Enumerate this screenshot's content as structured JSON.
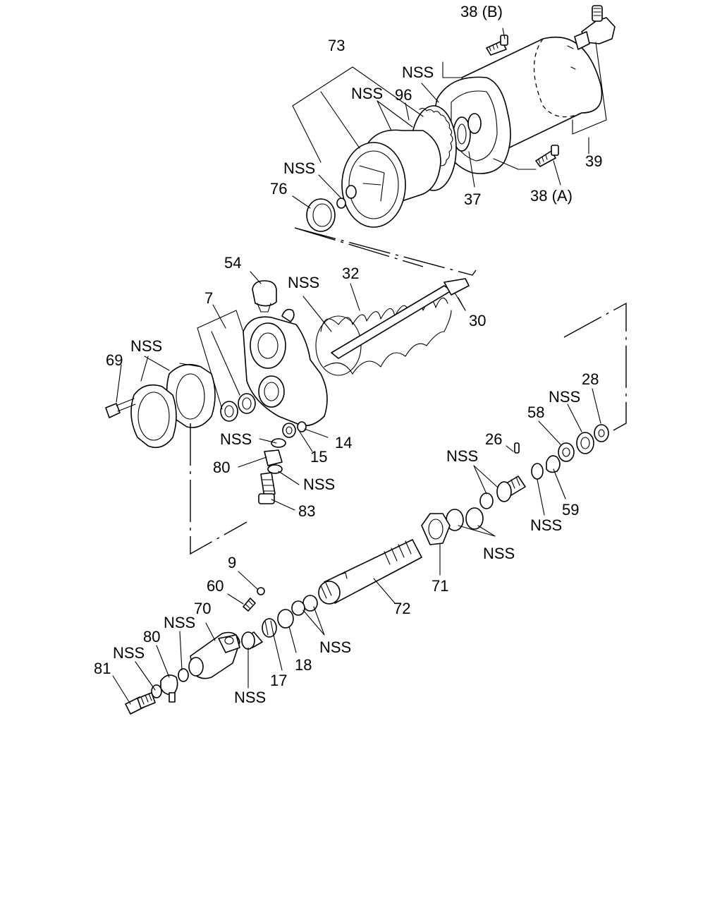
{
  "labels": {
    "l38b": "38 (B)",
    "l73": "73",
    "l_nss_96a": "NSS",
    "l96": "96",
    "l_nss_96b": "NSS",
    "l_nss_76": "NSS",
    "l76": "76",
    "l37": "37",
    "l38a": "38 (A)",
    "l39": "39",
    "l54": "54",
    "l_nss_32": "NSS",
    "l32": "32",
    "l30": "30",
    "l7": "7",
    "l_nss_69": "NSS",
    "l69": "69",
    "l_nss_15": "NSS",
    "l14": "14",
    "l15": "15",
    "l80a": "80",
    "l_nss_83": "NSS",
    "l83": "83",
    "l28": "28",
    "l_nss_58": "NSS",
    "l58": "58",
    "l26": "26",
    "l_nss_26": "NSS",
    "l_nss_59": "NSS",
    "l59": "59",
    "l_nss_71": "NSS",
    "l71": "71",
    "l72": "72",
    "l9": "9",
    "l60": "60",
    "l70": "70",
    "l_nss_70": "NSS",
    "l80b": "80",
    "l_nss_81": "NSS",
    "l81": "81",
    "l_nss_18": "NSS",
    "l17": "17",
    "l18": "18",
    "l_nss_17": "NSS"
  }
}
